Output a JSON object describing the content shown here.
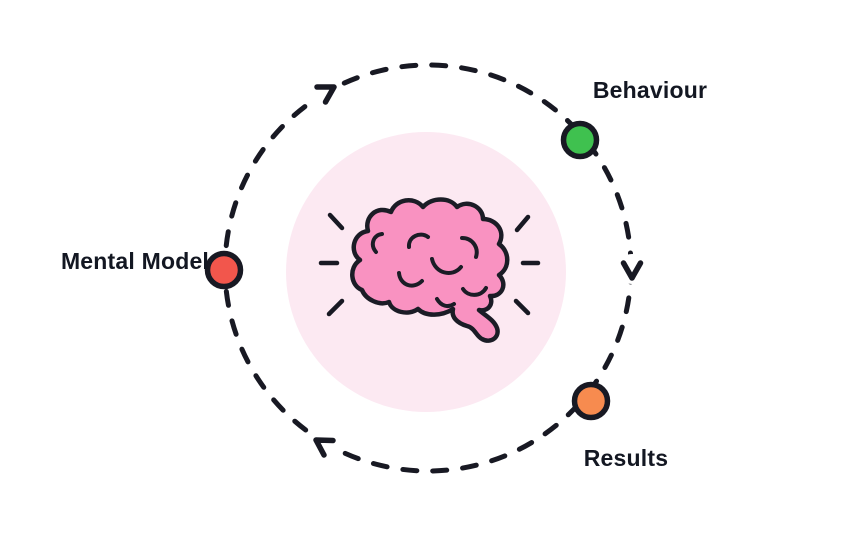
{
  "page": {
    "background_color": "#ffffff"
  },
  "diagram": {
    "type": "cycle",
    "direction": "clockwise",
    "ring": {
      "style": "dashed",
      "color": "#181923",
      "arrow_count": 3
    },
    "center": {
      "icon": "brain-icon",
      "halo_color": "#fce9f2",
      "brain_color": "#f992c1",
      "outline_color": "#1b1c26"
    },
    "nodes": {
      "behaviour": {
        "label": "Behaviour",
        "color": "#3fc14f",
        "position": "top-right"
      },
      "results": {
        "label": "Results",
        "color": "#f78b4f",
        "position": "bottom-right"
      },
      "mental_model": {
        "label": "Mental Model",
        "color": "#f2564c",
        "position": "left"
      }
    },
    "text_color": "#131722"
  }
}
